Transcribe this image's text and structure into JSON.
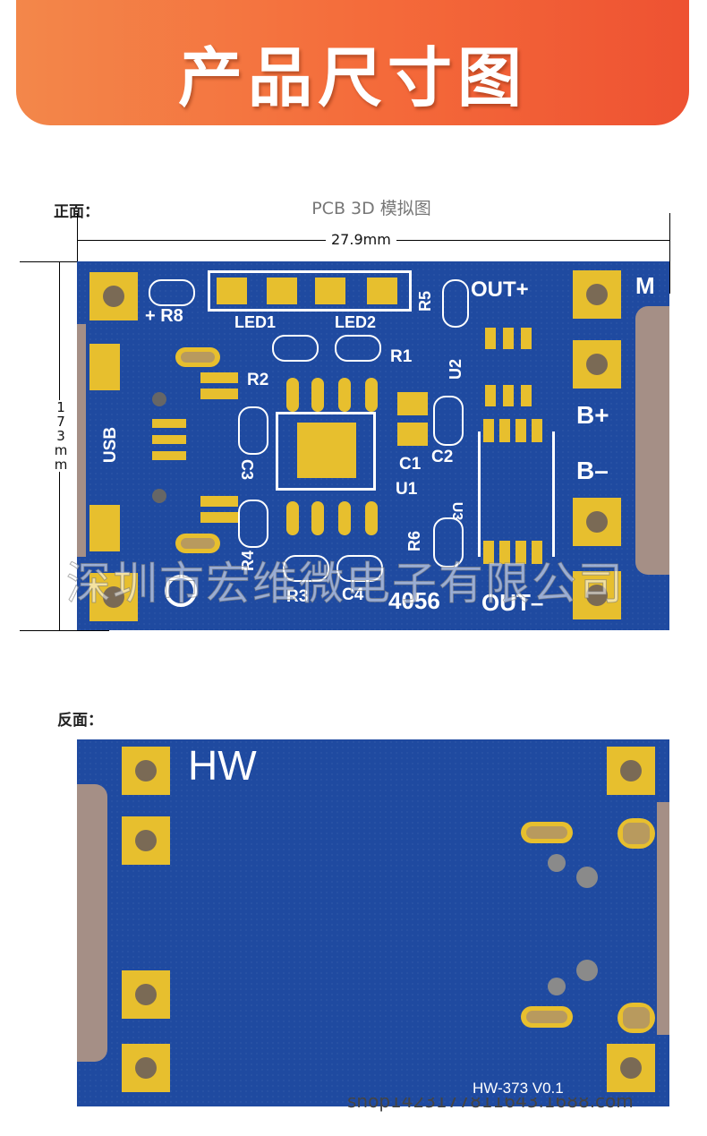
{
  "banner": {
    "title": "产品尺寸图"
  },
  "front": {
    "label": "正面：",
    "subtitle": "PCB 3D 模拟图",
    "width_dim": "27.9mm",
    "height_dim_chars": [
      "1",
      "7",
      "3",
      "m",
      "m"
    ],
    "silk": {
      "r8": "+ R8",
      "led1": "LED1",
      "led2": "LED2",
      "r5": "R5",
      "out_plus": "OUT+",
      "m": "M",
      "r1": "R1",
      "r2": "R2",
      "u2": "U2",
      "usb": "USB",
      "b_plus": "B+",
      "b_minus": "B–",
      "c3": "C3",
      "c1": "C1",
      "c2": "C2",
      "u1": "U1",
      "u3": "U3",
      "r6": "R6",
      "r4": "R4",
      "r3": "R3",
      "c4": "C4",
      "chip": "4056",
      "out_minus": "OUT–"
    },
    "watermark": "深圳市宏维微电子有限公司"
  },
  "back": {
    "label": "反面：",
    "brand": "HW",
    "version": "HW-373 V0.1",
    "shop_url": "shop1423177811643.1688.com"
  },
  "colors": {
    "board": "#1f4aa0",
    "copper": "#e7bf2e",
    "banner_start": "#f3874a",
    "banner_end": "#ee5232"
  }
}
